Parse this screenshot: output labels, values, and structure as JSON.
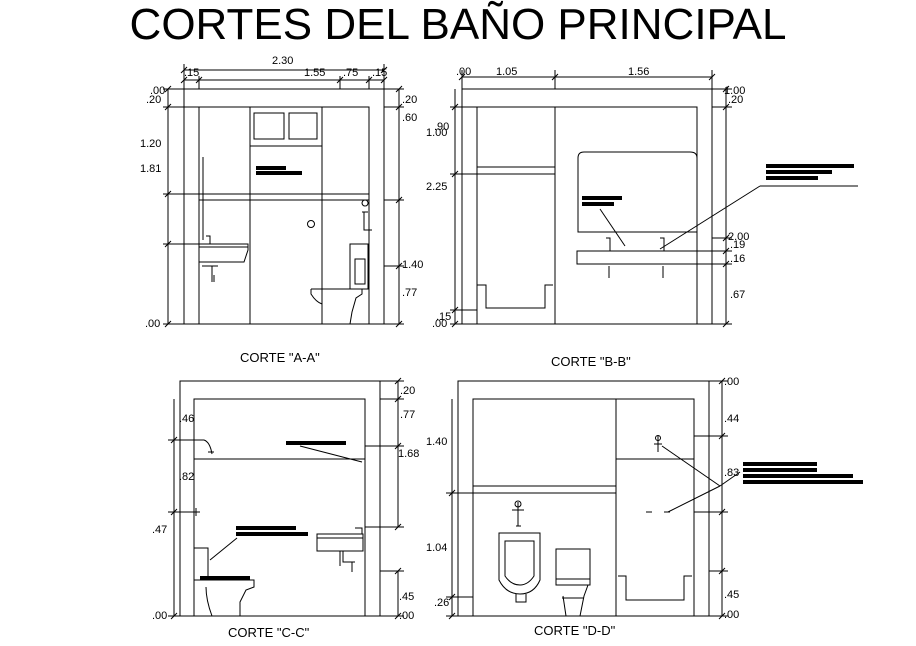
{
  "title": "CORTES DEL BAÑO PRINCIPAL",
  "sections": {
    "aa": {
      "caption": "CORTE \"A-A\"",
      "dims": {
        "total_width": "2.30",
        "w_left": ".15",
        "w_mid": "1.55",
        "w_right": ".75",
        "w_right2": ".15",
        "top_left_00": ".00",
        "top_left_20": ".20",
        "left_120": "1.20",
        "left_181": "1.81",
        "bottom_left_00": ".00",
        "right_20": ".20",
        "right_60": ".60",
        "right_140": "1.40",
        "right_77": ".77"
      }
    },
    "bb": {
      "caption": "CORTE \"B-B\"",
      "dims": {
        "top_00": ".00",
        "w_105": "1.05",
        "w_156": "1.56",
        "right_top_00": "1.00",
        "right_top_20": ".20",
        "left_100": "1.00",
        "left_90": ".90",
        "left_225": "2.25",
        "left_15": ".15",
        "left_00": ".00",
        "right_200": "2.00",
        "right_19": ".19",
        "right_16": ".16",
        "right_67": ".67"
      }
    },
    "cc": {
      "caption": "CORTE \"C-C\"",
      "dims": {
        "right_20": ".20",
        "right_77": ".77",
        "right_168": "1.68",
        "left_46": ".46",
        "left_82": ".82",
        "left_47": ".47",
        "bottom_left_00": ".00",
        "right_45": ".45",
        "right_00": ".00"
      }
    },
    "dd": {
      "caption": "CORTE \"D-D\"",
      "dims": {
        "right_top_00": ".00",
        "right_44": ".44",
        "right_83": ".83",
        "right_45": ".45",
        "right_bottom_00": ".00",
        "left_140": "1.40",
        "left_104": "1.04",
        "left_26": ".26"
      }
    }
  }
}
